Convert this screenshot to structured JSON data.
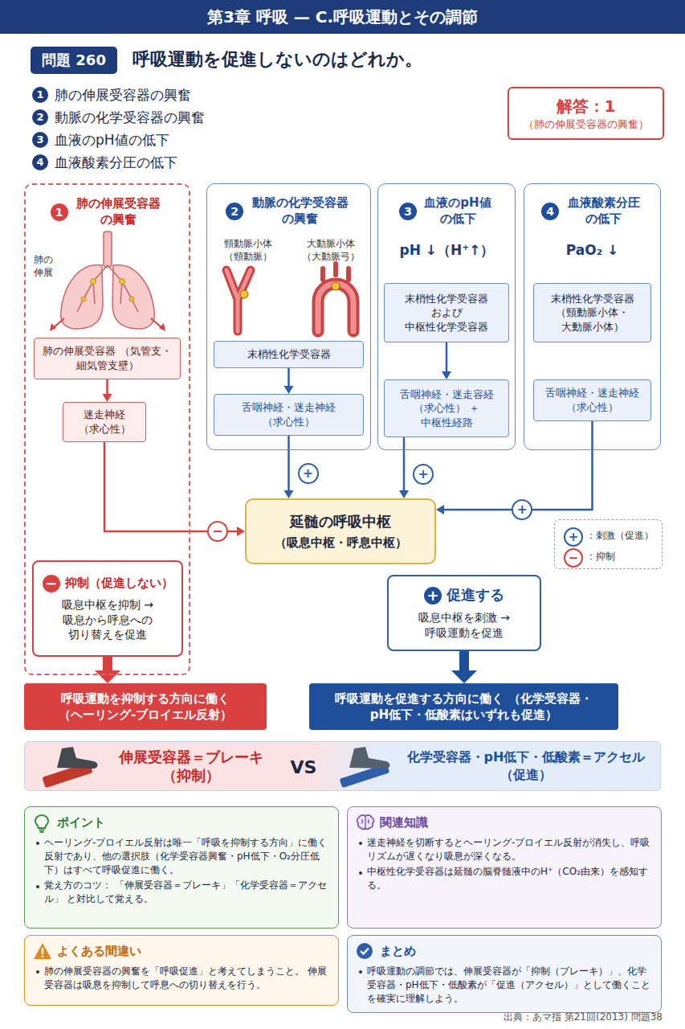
{
  "diagram": {
    "title": "第3章 呼吸 — C.呼吸運動とその調節",
    "caption": "出典：あマ指 第21回(2013) 問題38",
    "nodes": [
      {
        "text": [
          "問題 260"
        ]
      },
      {
        "text": [
          "解答：1",
          "（肺の伸展受容器の興奮）"
        ]
      },
      {
        "text": [
          "1",
          "肺の伸展受容器 の興奮"
        ]
      },
      {
        "text": [
          "肺の伸展受容器 （気管支・細気管支壁）"
        ],
        "in": 2
      },
      {
        "text": [
          "迷走神経 （求心性）"
        ],
        "in": 2
      },
      {
        "text": [
          "−",
          "抑制（促進しない）",
          "吸息中枢を抑制 → 吸息から呼息への 切り替えを促進"
        ],
        "in": 2
      },
      {
        "text": [
          "2",
          "動脈の化学受容器 の興奮"
        ]
      },
      {
        "text": [
          "末梢性化学受容器"
        ],
        "in": 6
      },
      {
        "text": [
          "舌咽神経・迷走神経 （求心性）"
        ],
        "in": 6
      },
      {
        "text": [
          "3",
          "血液のpH値 の低下"
        ]
      },
      {
        "text": [
          "末梢性化学受容器 および 中枢性化学受容器"
        ],
        "in": 9
      },
      {
        "text": [
          "舌咽神経・迷走容経 （求心性） ＋ 中枢性経路"
        ],
        "in": 9
      },
      {
        "text": [
          "4",
          "血液酸素分圧 の低下"
        ]
      },
      {
        "text": [
          "末梢性化学受容器 （頸動脈小体・ 大動脈小体）"
        ],
        "in": 12
      },
      {
        "text": [
          "舌咽神経・迷走神経 （求心性）"
        ],
        "in": 12
      },
      {
        "text": [
          "延髄の呼吸中枢",
          "（吸息中枢・呼息中枢）"
        ]
      },
      {
        "text": [
          "+",
          "促進する",
          "吸息中枢を刺激 → 呼吸運動を促進"
        ]
      },
      {
        "text": [
          "呼吸運動を抑制する方向に働く （ヘーリング-ブロイエル反射）"
        ]
      },
      {
        "text": [
          "呼吸運動を促進する方向に働く （化学受容器・pH低下・低酸素はいずれも促進）"
        ]
      },
      {
        "text": [
          "伸展受容器＝ブレーキ （抑制）",
          "VS",
          "化学受容器・pH低下・低酸素＝アクセル （促進）"
        ]
      },
      {
        "text": [
          "ポイント",
          "ヘーリング-ブロイエル反射は唯一「呼吸を抑制する方向」に働く反射であり、他の選択肢（化学受容器興奮・pH低下・O₂分圧低下）はすべて呼吸促進に働く。",
          "覚え方のコツ： 「伸展受容器＝ブレーキ」「化学受容器＝アクセル」 と対比して覚える。"
        ]
      },
      {
        "text": [
          "関連知識",
          "迷走神経を切断するとヘーリング-ブロイエル反射が消失し、呼吸リズムが遅くなり吸息が深くなる。",
          "中枢性化学受容器は延髄の脳脊髄液中のH⁺（CO₂由来）を感知する。"
        ]
      },
      {
        "text": [
          "よくある間違い",
          "肺の伸展受容器の興奮を「呼吸促進」と考えてしまうこと。 伸展受容器は吸息を抑制して呼息への切り替えを行う。"
        ]
      },
      {
        "text": [
          "まとめ",
          "呼吸運動の調節では、伸展受容器が「抑制（ブレーキ）」、化学受容器・pH低下・低酸素が「促進（アクセル）」として働くことを確実に理解しよう。"
        ]
      }
    ],
    "edges": [
      {
        "from": 3,
        "to": 4,
        "arrow": "to"
      },
      {
        "from": 4,
        "to": 15,
        "arrow": "to",
        "label": "−"
      },
      {
        "from": 7,
        "to": 8,
        "arrow": "to"
      },
      {
        "from": 8,
        "to": 15,
        "arrow": "to",
        "label": "+"
      },
      {
        "from": 10,
        "to": 11,
        "arrow": "to"
      },
      {
        "from": 11,
        "to": 15,
        "arrow": "to",
        "label": "+"
      },
      {
        "from": 14,
        "to": 15,
        "arrow": "to",
        "label": "+"
      },
      {
        "from": 5,
        "to": 17,
        "arrow": "to"
      },
      {
        "from": 16,
        "to": 18,
        "arrow": "to"
      }
    ],
    "labels": [
      "呼吸運動を促進しないのはどれか。",
      "1",
      "肺の伸展受容器の興奮",
      "2",
      "動脈の化学受容器の興奮",
      "3",
      "血液のpH値の低下",
      "4",
      "血液酸素分圧の低下",
      "肺の 伸展",
      "頸動脈小体 （頸動脈）",
      "大動脈小体 （大動脈弓）",
      "pH ↓（H⁺↑）",
      "PaO₂ ↓",
      "+",
      "−"
    ],
    "legend": [
      {
        "text": "：刺激（促進）"
      },
      {
        "text": "：抑制"
      }
    ]
  }
}
